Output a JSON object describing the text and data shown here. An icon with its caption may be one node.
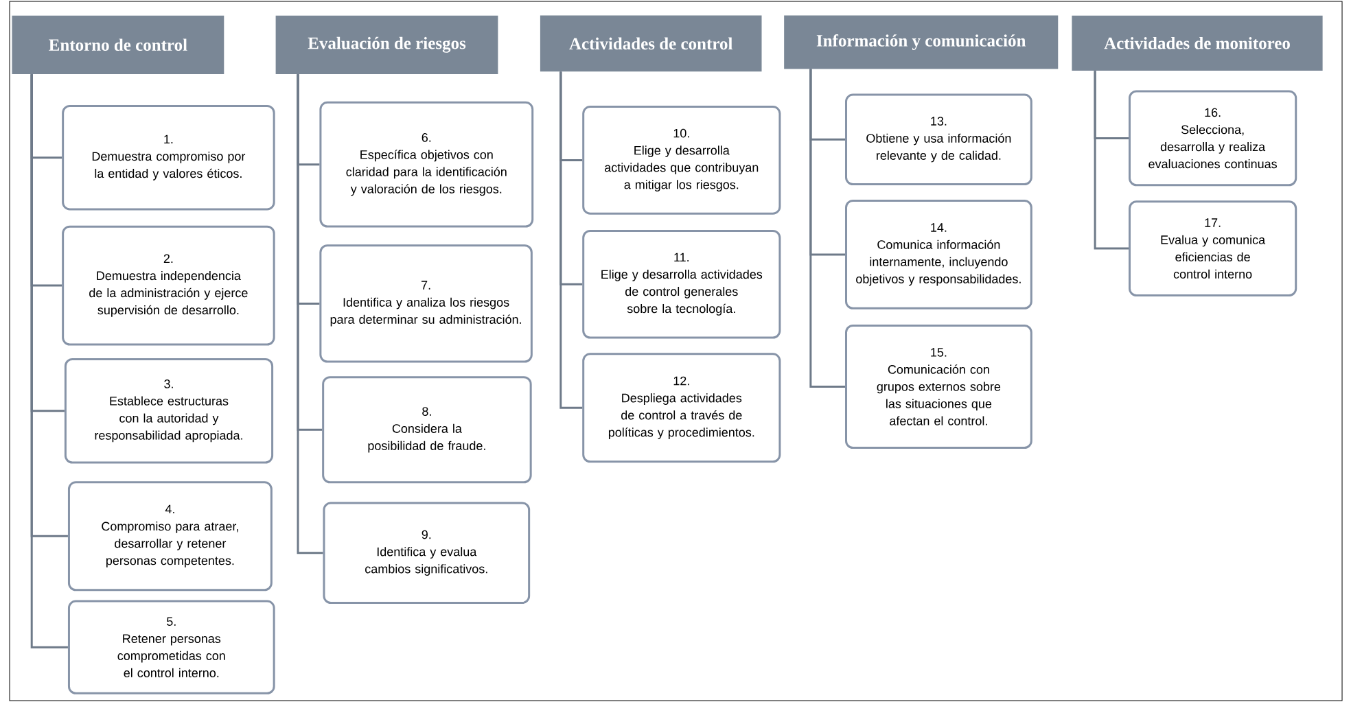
{
  "diagram": {
    "nodes": [
      {
        "text": [
          "Entorno de control"
        ]
      },
      {
        "text": [
          "1.",
          "Demuestra compromiso por la entidad y valores éticos."
        ]
      },
      {
        "text": [
          "2.",
          "Demuestra independencia de la administración y ejerce supervisión de desarrollo."
        ]
      },
      {
        "text": [
          "3.",
          "Establece estructuras con la autoridad y responsabilidad apropiada."
        ]
      },
      {
        "text": [
          "4.",
          "Compromiso para atraer, desarrollar y retener personas competentes."
        ]
      },
      {
        "text": [
          "5.",
          "Retener personas comprometidas con el control interno."
        ]
      },
      {
        "text": [
          "Evaluación de riesgos"
        ]
      },
      {
        "text": [
          "6.",
          "Específica objetivos con claridad para la identificación y valoración de los riesgos."
        ]
      },
      {
        "text": [
          "7.",
          "Identifica y analiza los riesgos para determinar su administración."
        ]
      },
      {
        "text": [
          "8.",
          "Considera la posibilidad de fraude."
        ]
      },
      {
        "text": [
          "9.",
          "Identifica y evalua cambios significativos."
        ]
      },
      {
        "text": [
          "Actividades de control"
        ]
      },
      {
        "text": [
          "10.",
          "Elige y desarrolla actividades que contribuyan a mitigar los riesgos."
        ]
      },
      {
        "text": [
          "11.",
          "Elige y desarrolla actividades de control generales sobre la tecnología."
        ]
      },
      {
        "text": [
          "12.",
          "Despliega actividades de control a través de políticas y procedimientos."
        ]
      },
      {
        "text": [
          "Información y comunicación"
        ]
      },
      {
        "text": [
          "13.",
          "Obtiene y usa información relevante y de calidad."
        ]
      },
      {
        "text": [
          "14.",
          "Comunica información internamente, incluyendo objetivos y responsabilidades."
        ]
      },
      {
        "text": [
          "15.",
          "Comunicación con grupos externos sobre las situaciones que afectan el control."
        ]
      },
      {
        "text": [
          "Actividades de monitoreo"
        ]
      },
      {
        "text": [
          "16.",
          "Selecciona, desarrolla y realiza evaluaciones continuas"
        ]
      },
      {
        "text": [
          "17.",
          "Evalua y comunica eficiencias de control interno"
        ]
      }
    ],
    "edges": [
      {
        "from": 0,
        "to": 1,
        "arrow": "none"
      },
      {
        "from": 0,
        "to": 2,
        "arrow": "none"
      },
      {
        "from": 0,
        "to": 3,
        "arrow": "none"
      },
      {
        "from": 0,
        "to": 4,
        "arrow": "none"
      },
      {
        "from": 0,
        "to": 5,
        "arrow": "none"
      },
      {
        "from": 6,
        "to": 7,
        "arrow": "none"
      },
      {
        "from": 6,
        "to": 8,
        "arrow": "none"
      },
      {
        "from": 6,
        "to": 9,
        "arrow": "none"
      },
      {
        "from": 6,
        "to": 10,
        "arrow": "none"
      },
      {
        "from": 11,
        "to": 12,
        "arrow": "none"
      },
      {
        "from": 11,
        "to": 13,
        "arrow": "none"
      },
      {
        "from": 11,
        "to": 14,
        "arrow": "none"
      },
      {
        "from": 15,
        "to": 16,
        "arrow": "none"
      },
      {
        "from": 15,
        "to": 17,
        "arrow": "none"
      },
      {
        "from": 15,
        "to": 18,
        "arrow": "none"
      },
      {
        "from": 19,
        "to": 20,
        "arrow": "none"
      },
      {
        "from": 19,
        "to": 21,
        "arrow": "none"
      }
    ]
  }
}
